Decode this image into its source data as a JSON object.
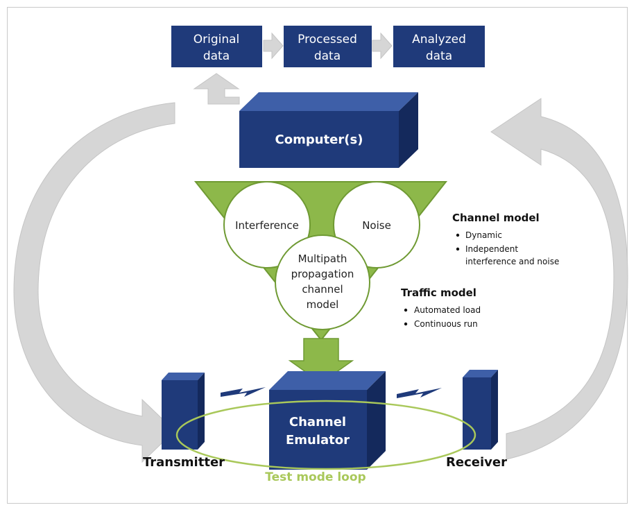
{
  "pipeline": {
    "original": [
      "Original",
      "data"
    ],
    "processed": [
      "Processed",
      "data"
    ],
    "analyzed": [
      "Analyzed",
      "data"
    ]
  },
  "computer_label": "Computer(s)",
  "funnel": {
    "interference": "Interference",
    "noise": "Noise",
    "multipath": [
      "Multipath",
      "propagation",
      "channel",
      "model"
    ]
  },
  "channel_model": {
    "title": "Channel model",
    "items": [
      "Dynamic",
      "Independent",
      "interference and noise"
    ]
  },
  "traffic_model": {
    "title": "Traffic model",
    "items": [
      "Automated load",
      "Continuous run"
    ]
  },
  "emulator_label": [
    "Channel",
    "Emulator"
  ],
  "transmitter_label": "Transmitter",
  "receiver_label": "Receiver",
  "loop_label": "Test mode loop",
  "colors": {
    "box_front": "#1f3a7a",
    "box_top": "#3e5fa8",
    "box_side": "#14295c",
    "arrow_gray": "#d6d6d6",
    "funnel_green": "#8db84a",
    "loop_green": "#a9c85a",
    "signal_blue": "#1f3a7a"
  }
}
